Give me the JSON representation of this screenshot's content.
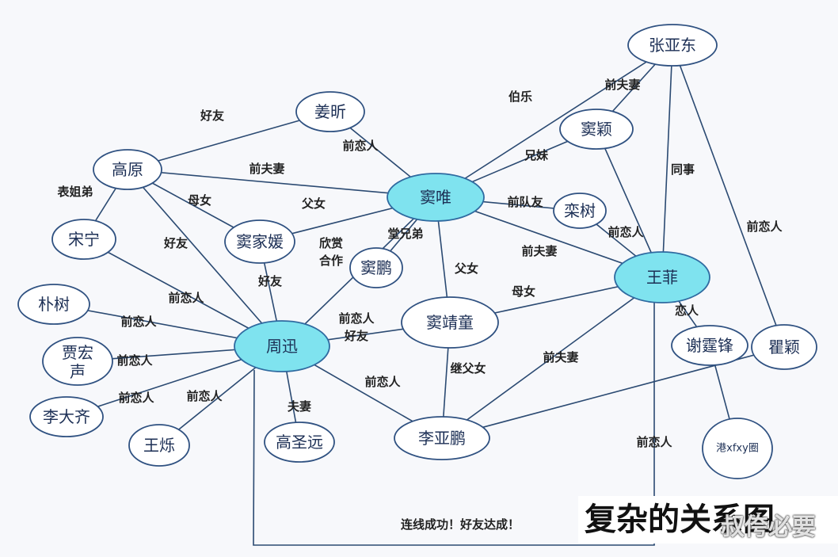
{
  "nodes": [
    {
      "id": "zhangyadong",
      "label": "张亚东",
      "highlight": false
    },
    {
      "id": "jiangxin",
      "label": "姜昕",
      "highlight": false
    },
    {
      "id": "douying",
      "label": "窦颖",
      "highlight": false
    },
    {
      "id": "gaoyuan",
      "label": "高原",
      "highlight": false
    },
    {
      "id": "douwei",
      "label": "窦唯",
      "highlight": true
    },
    {
      "id": "luanshu",
      "label": "栾树",
      "highlight": false
    },
    {
      "id": "songning",
      "label": "宋宁",
      "highlight": false
    },
    {
      "id": "doujiayuan",
      "label": "窦家媛",
      "highlight": false
    },
    {
      "id": "doupeng",
      "label": "窦鹏",
      "highlight": false
    },
    {
      "id": "wangfei",
      "label": "王菲",
      "highlight": true
    },
    {
      "id": "pushu",
      "label": "朴树",
      "highlight": false
    },
    {
      "id": "doujingtong",
      "label": "窦靖童",
      "highlight": false
    },
    {
      "id": "zhouxun",
      "label": "周迅",
      "highlight": true
    },
    {
      "id": "xietingfeng",
      "label": "谢霆锋",
      "highlight": false
    },
    {
      "id": "quying",
      "label": "瞿颖",
      "highlight": false
    },
    {
      "id": "jiahongsheng",
      "label": "贾宏声",
      "highlight": false
    },
    {
      "id": "lidaqi",
      "label": "李大齐",
      "highlight": false
    },
    {
      "id": "wangshuo",
      "label": "王烁",
      "highlight": false
    },
    {
      "id": "gaoshengyuan",
      "label": "高圣远",
      "highlight": false
    },
    {
      "id": "liyapeng",
      "label": "李亚鹏",
      "highlight": false
    },
    {
      "id": "gangxfxy",
      "label": "港xfxy圈",
      "highlight": false
    }
  ],
  "edges": [
    {
      "from": "gaoyuan",
      "to": "jiangxin",
      "label": "好友"
    },
    {
      "from": "jiangxin",
      "to": "douwei",
      "label": "前恋人"
    },
    {
      "from": "gaoyuan",
      "to": "douwei",
      "label": "前夫妻"
    },
    {
      "from": "gaoyuan",
      "to": "songning",
      "label": "表姐弟"
    },
    {
      "from": "gaoyuan",
      "to": "doujiayuan",
      "label": "母女"
    },
    {
      "from": "gaoyuan",
      "to": "zhouxun",
      "label": "好友"
    },
    {
      "from": "douwei",
      "to": "doujiayuan",
      "label": "父女"
    },
    {
      "from": "douwei",
      "to": "zhangyadong",
      "label": "伯乐"
    },
    {
      "from": "zhangyadong",
      "to": "douying",
      "label": "前夫妻"
    },
    {
      "from": "douwei",
      "to": "douying",
      "label": "兄妹"
    },
    {
      "from": "douwei",
      "to": "luanshu",
      "label": "前队友"
    },
    {
      "from": "douwei",
      "to": "zhouxun",
      "label": "欣赏合作"
    },
    {
      "from": "douwei",
      "to": "doupeng",
      "label": "堂兄弟"
    },
    {
      "from": "douwei",
      "to": "doujingtong",
      "label": "父女"
    },
    {
      "from": "douwei",
      "to": "wangfei",
      "label": "前夫妻"
    },
    {
      "from": "douying",
      "to": "wangfei",
      "label": ""
    },
    {
      "from": "zhangyadong",
      "to": "wangfei",
      "label": "同事"
    },
    {
      "from": "zhangyadong",
      "to": "quying",
      "label": "前恋人"
    },
    {
      "from": "luanshu",
      "to": "wangfei",
      "label": "前恋人"
    },
    {
      "from": "doujiayuan",
      "to": "zhouxun",
      "label": "好友"
    },
    {
      "from": "songning",
      "to": "zhouxun",
      "label": "前恋人"
    },
    {
      "from": "pushu",
      "to": "zhouxun",
      "label": "前恋人"
    },
    {
      "from": "jiahongsheng",
      "to": "zhouxun",
      "label": "前恋人"
    },
    {
      "from": "lidaqi",
      "to": "zhouxun",
      "label": "前恋人"
    },
    {
      "from": "wangshuo",
      "to": "zhouxun",
      "label": "前恋人"
    },
    {
      "from": "zhouxun",
      "to": "gaoshengyuan",
      "label": "夫妻"
    },
    {
      "from": "zhouxun",
      "to": "doujingtong",
      "label": "前恋人 好友"
    },
    {
      "from": "zhouxun",
      "to": "liyapeng",
      "label": "前恋人"
    },
    {
      "from": "doujingtong",
      "to": "wangfei",
      "label": "母女"
    },
    {
      "from": "doujingtong",
      "to": "liyapeng",
      "label": "继父女"
    },
    {
      "from": "wangfei",
      "to": "liyapeng",
      "label": "前夫妻"
    },
    {
      "from": "wangfei",
      "to": "xietingfeng",
      "label": "恋人"
    },
    {
      "from": "xietingfeng",
      "to": "gangxfxy",
      "label": ""
    },
    {
      "from": "quying",
      "to": "liyapeng",
      "label": ""
    },
    {
      "from": "zhouxun",
      "to": "wangfei",
      "label": "前恋人"
    }
  ],
  "footer_note": "连线成功！好友达成！",
  "caption": "复杂的关系图",
  "watermark": "叔侉必要"
}
